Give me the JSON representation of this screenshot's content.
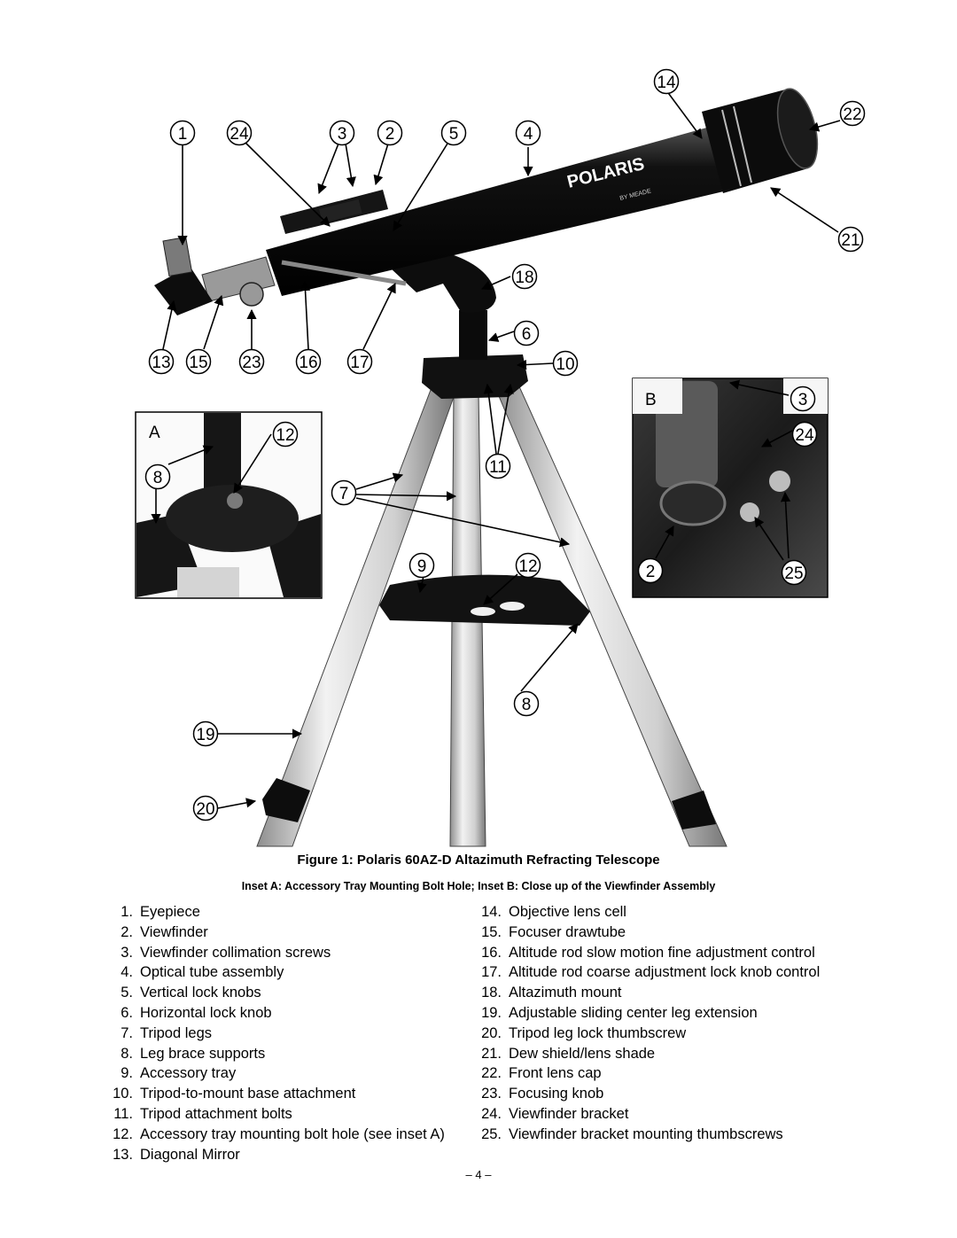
{
  "callouts": {
    "c1": "1",
    "c24a": "24",
    "c3a": "3",
    "c2a": "2",
    "c5": "5",
    "c4": "4",
    "c14": "14",
    "c22": "22",
    "c21": "21",
    "c18": "18",
    "c6": "6",
    "c10": "10",
    "c13": "13",
    "c15": "15",
    "c23": "23",
    "c16": "16",
    "c17": "17",
    "c12a": "12",
    "c8a": "8",
    "c11": "11",
    "c7": "7",
    "c9": "9",
    "c12b": "12",
    "c8b": "8",
    "c19": "19",
    "c20": "20",
    "c3b": "3",
    "c24b": "24",
    "c2b": "2",
    "c25": "25"
  },
  "insets": {
    "a_label": "A",
    "b_label": "B"
  },
  "brand_text": "POLARIS",
  "brand_subtext": "BY MEADE",
  "caption": "Figure 1: Polaris 60AZ-D Altazimuth Refracting Telescope",
  "subcaption": "Inset A: Accessory Tray Mounting Bolt Hole; Inset B: Close up of the Viewfinder Assembly",
  "parts_left": [
    {
      "num": "1.",
      "label": "Eyepiece"
    },
    {
      "num": "2.",
      "label": "Viewfinder"
    },
    {
      "num": "3.",
      "label": "Viewfinder collimation screws"
    },
    {
      "num": "4.",
      "label": "Optical tube assembly"
    },
    {
      "num": "5.",
      "label": "Vertical lock knobs"
    },
    {
      "num": "6.",
      "label": "Horizontal lock knob"
    },
    {
      "num": "7.",
      "label": "Tripod legs"
    },
    {
      "num": "8.",
      "label": "Leg brace supports"
    },
    {
      "num": "9.",
      "label": "Accessory tray"
    },
    {
      "num": "10.",
      "label": "Tripod-to-mount base attachment"
    },
    {
      "num": "11.",
      "label": "Tripod attachment bolts"
    },
    {
      "num": "12.",
      "label": "Accessory tray mounting bolt hole (see inset A)"
    },
    {
      "num": "13.",
      "label": "Diagonal Mirror"
    }
  ],
  "parts_right": [
    {
      "num": "14.",
      "label": "Objective lens cell"
    },
    {
      "num": "15.",
      "label": "Focuser drawtube"
    },
    {
      "num": "16.",
      "label": "Altitude rod slow motion fine adjustment control"
    },
    {
      "num": "17.",
      "label": "Altitude rod coarse adjustment lock knob control"
    },
    {
      "num": "18.",
      "label": "Altazimuth mount"
    },
    {
      "num": "19.",
      "label": "Adjustable sliding center leg extension"
    },
    {
      "num": "20.",
      "label": "Tripod leg lock thumbscrew"
    },
    {
      "num": "21.",
      "label": "Dew shield/lens shade"
    },
    {
      "num": "22.",
      "label": "Front lens cap"
    },
    {
      "num": "23.",
      "label": "Focusing knob"
    },
    {
      "num": "24.",
      "label": "Viewfinder bracket"
    },
    {
      "num": "25.",
      "label": "Viewfinder bracket mounting thumbscrews"
    }
  ],
  "page_number": "– 4 –"
}
